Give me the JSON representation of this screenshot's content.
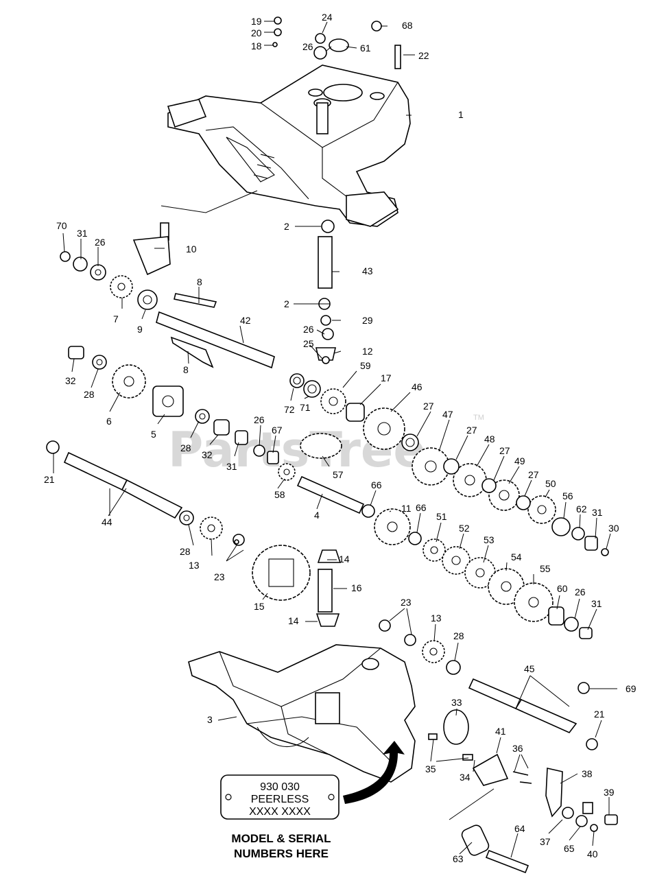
{
  "watermark": {
    "text": "PartsTree",
    "tm": "TM"
  },
  "plate": {
    "line1": "930 030",
    "line2": "PEERLESS",
    "line3": "XXXX XXXX"
  },
  "note": {
    "line1": "MODEL & SERIAL",
    "line2": "NUMBERS HERE"
  },
  "callouts": [
    {
      "id": "c19",
      "text": "19"
    },
    {
      "id": "c20",
      "text": "20"
    },
    {
      "id": "c18",
      "text": "18"
    },
    {
      "id": "c24",
      "text": "24"
    },
    {
      "id": "c26a",
      "text": "26"
    },
    {
      "id": "c61",
      "text": "61"
    },
    {
      "id": "c68",
      "text": "68"
    },
    {
      "id": "c22",
      "text": "22"
    },
    {
      "id": "c1",
      "text": "1"
    },
    {
      "id": "c2a",
      "text": "2"
    },
    {
      "id": "c43",
      "text": "43"
    },
    {
      "id": "c70",
      "text": "70"
    },
    {
      "id": "c31a",
      "text": "31"
    },
    {
      "id": "c26b",
      "text": "26"
    },
    {
      "id": "c10",
      "text": "10"
    },
    {
      "id": "c8a",
      "text": "8"
    },
    {
      "id": "c7",
      "text": "7"
    },
    {
      "id": "c9",
      "text": "9"
    },
    {
      "id": "c42",
      "text": "42"
    },
    {
      "id": "c2b",
      "text": "2"
    },
    {
      "id": "c29",
      "text": "29"
    },
    {
      "id": "c26c",
      "text": "26"
    },
    {
      "id": "c12",
      "text": "12"
    },
    {
      "id": "c25",
      "text": "25"
    },
    {
      "id": "c8b",
      "text": "8"
    },
    {
      "id": "c32a",
      "text": "32"
    },
    {
      "id": "c28a",
      "text": "28"
    },
    {
      "id": "c6",
      "text": "6"
    },
    {
      "id": "c59",
      "text": "59"
    },
    {
      "id": "c17",
      "text": "17"
    },
    {
      "id": "c46",
      "text": "46"
    },
    {
      "id": "c72",
      "text": "72"
    },
    {
      "id": "c71",
      "text": "71"
    },
    {
      "id": "c5",
      "text": "5"
    },
    {
      "id": "c28b",
      "text": "28"
    },
    {
      "id": "c32b",
      "text": "32"
    },
    {
      "id": "c26d",
      "text": "26"
    },
    {
      "id": "c67",
      "text": "67"
    },
    {
      "id": "c31b",
      "text": "31"
    },
    {
      "id": "c27a",
      "text": "27"
    },
    {
      "id": "c47",
      "text": "47"
    },
    {
      "id": "c27b",
      "text": "27"
    },
    {
      "id": "c48",
      "text": "48"
    },
    {
      "id": "c57",
      "text": "57"
    },
    {
      "id": "c21a",
      "text": "21"
    },
    {
      "id": "c58",
      "text": "58"
    },
    {
      "id": "c27c",
      "text": "27"
    },
    {
      "id": "c49",
      "text": "49"
    },
    {
      "id": "c27d",
      "text": "27"
    },
    {
      "id": "c50",
      "text": "50"
    },
    {
      "id": "c56",
      "text": "56"
    },
    {
      "id": "c44",
      "text": "44"
    },
    {
      "id": "c4",
      "text": "4"
    },
    {
      "id": "c66a",
      "text": "66"
    },
    {
      "id": "c11",
      "text": "11"
    },
    {
      "id": "c66b",
      "text": "66"
    },
    {
      "id": "c62",
      "text": "62"
    },
    {
      "id": "c31c",
      "text": "31"
    },
    {
      "id": "c30",
      "text": "30"
    },
    {
      "id": "c51",
      "text": "51"
    },
    {
      "id": "c52",
      "text": "52"
    },
    {
      "id": "c53",
      "text": "53"
    },
    {
      "id": "c28c",
      "text": "28"
    },
    {
      "id": "c13a",
      "text": "13"
    },
    {
      "id": "c23a",
      "text": "23"
    },
    {
      "id": "c14a",
      "text": "14"
    },
    {
      "id": "c54",
      "text": "54"
    },
    {
      "id": "c55",
      "text": "55"
    },
    {
      "id": "c16",
      "text": "16"
    },
    {
      "id": "c15",
      "text": "15"
    },
    {
      "id": "c60",
      "text": "60"
    },
    {
      "id": "c26e",
      "text": "26"
    },
    {
      "id": "c31d",
      "text": "31"
    },
    {
      "id": "c14b",
      "text": "14"
    },
    {
      "id": "c23b",
      "text": "23"
    },
    {
      "id": "c13b",
      "text": "13"
    },
    {
      "id": "c28d",
      "text": "28"
    },
    {
      "id": "c45",
      "text": "45"
    },
    {
      "id": "c69",
      "text": "69"
    },
    {
      "id": "c3",
      "text": "3"
    },
    {
      "id": "c33",
      "text": "33"
    },
    {
      "id": "c21b",
      "text": "21"
    },
    {
      "id": "c41",
      "text": "41"
    },
    {
      "id": "c36",
      "text": "36"
    },
    {
      "id": "c35",
      "text": "35"
    },
    {
      "id": "c34",
      "text": "34"
    },
    {
      "id": "c38",
      "text": "38"
    },
    {
      "id": "c39",
      "text": "39"
    },
    {
      "id": "c37",
      "text": "37"
    },
    {
      "id": "c65",
      "text": "65"
    },
    {
      "id": "c40",
      "text": "40"
    },
    {
      "id": "c64",
      "text": "64"
    },
    {
      "id": "c63",
      "text": "63"
    }
  ]
}
